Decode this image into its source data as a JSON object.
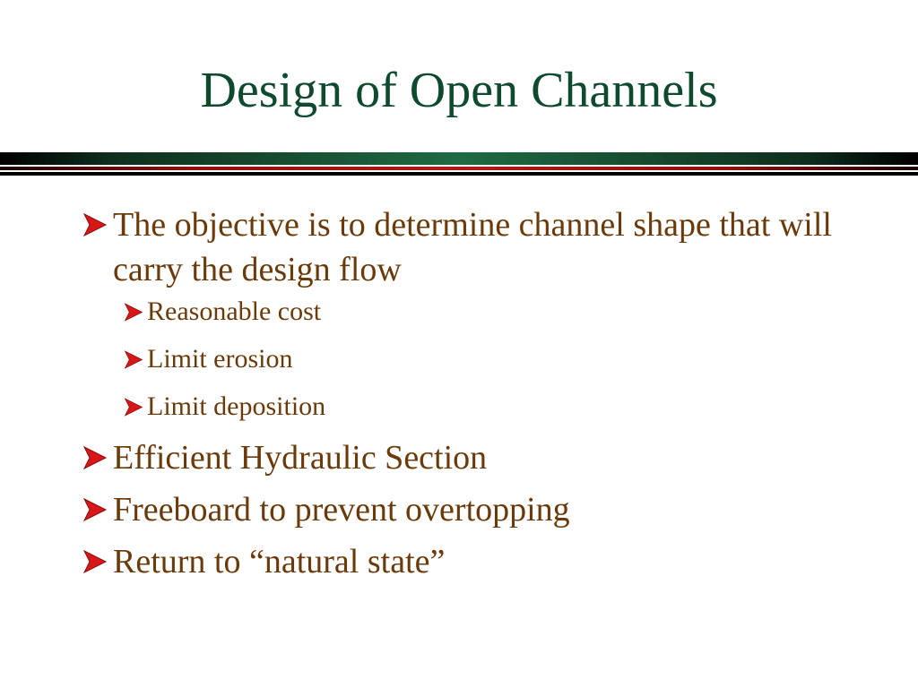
{
  "slide": {
    "title": "Design of Open Channels",
    "colors": {
      "title": "#0d4a2e",
      "text": "#6b3a0a",
      "bullet_arrow": "#d81818",
      "divider_green": "#1f6b45",
      "divider_red": "#b01818"
    },
    "bullets": [
      {
        "text": "The objective is to determine channel shape that will carry the design flow",
        "icon": "arrow-bullet-icon"
      },
      {
        "text": "Reasonable cost",
        "icon": "arrow-bullet-icon"
      },
      {
        "text": "Limit erosion",
        "icon": "arrow-bullet-icon"
      },
      {
        "text": "Limit deposition",
        "icon": "arrow-bullet-icon"
      },
      {
        "text": "Efficient Hydraulic Section",
        "icon": "arrow-bullet-icon"
      },
      {
        "text": "Freeboard to prevent overtopping",
        "icon": "arrow-bullet-icon"
      },
      {
        "text": "Return to “natural state”",
        "icon": "arrow-bullet-icon"
      }
    ]
  }
}
